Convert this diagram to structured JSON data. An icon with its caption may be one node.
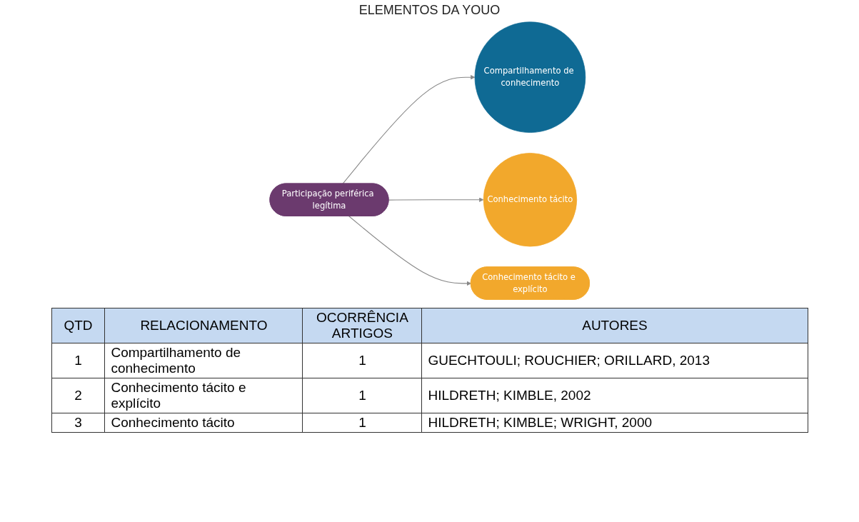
{
  "diagram": {
    "title": "ELEMENTOS DA YOUO",
    "nodes": [
      {
        "text": [
          "Compartilhamento de conhecimento"
        ]
      },
      {
        "text": [
          "Participação periférica legítima"
        ]
      },
      {
        "text": [
          "Conhecimento tácito"
        ]
      },
      {
        "text": [
          "Conhecimento tácito e explícito"
        ]
      }
    ],
    "edges": [
      {
        "from": 1,
        "to": 0,
        "arrow": "to"
      },
      {
        "from": 1,
        "to": 2,
        "arrow": "to"
      },
      {
        "from": 1,
        "to": 3,
        "arrow": "to"
      }
    ],
    "labels": [
      "QTD",
      "RELACIONAMENTO",
      "OCORRÊNCIA ARTIGOS",
      "AUTORES",
      "1",
      "Compartilhamento de conhecimento",
      "1",
      "GUECHTOULI; ROUCHIER; ORILLARD, 2013",
      "2",
      "Conhecimento tácito e explícito",
      "1",
      "HILDRETH; KIMBLE, 2002",
      "3",
      "Conhecimento tácito",
      "1",
      "HILDRETH; KIMBLE; WRIGHT, 2000"
    ]
  }
}
